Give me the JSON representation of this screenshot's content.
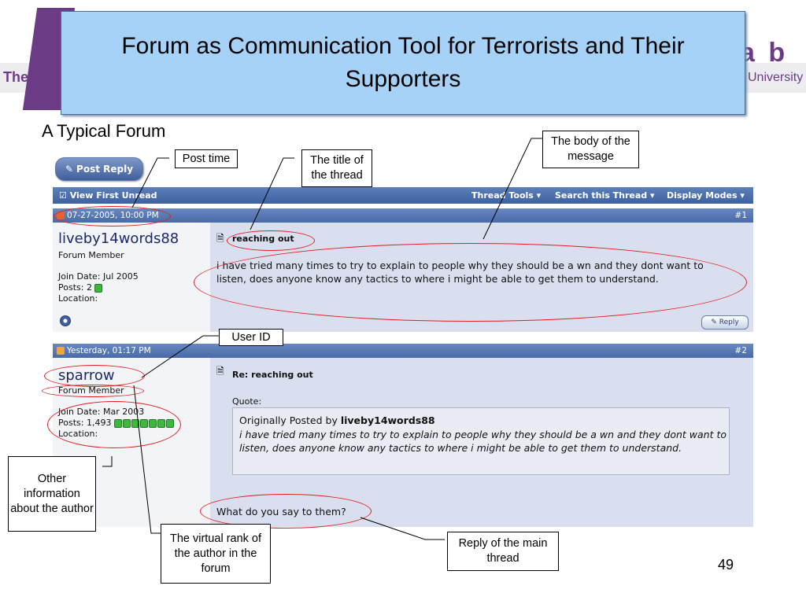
{
  "slide": {
    "title": "Forum as Communication Tool for Terrorists and Their Supporters",
    "subtitle": "A Typical Forum",
    "page_number": "49",
    "banner_left": "The",
    "banner_right": "University",
    "banner_ab": "a b"
  },
  "forum": {
    "post_reply_button": "Post Reply",
    "toolbar": {
      "view_first_unread": "View First Unread",
      "thread_tools": "Thread Tools ▾",
      "search_thread": "Search this Thread ▾",
      "display_modes": "Display Modes ▾"
    },
    "posts": [
      {
        "time": "07-27-2005, 10:00 PM",
        "number": "#1",
        "username": "liveby14words88",
        "rank": "Forum Member",
        "join_date": "Join Date: Jul 2005",
        "posts": "Posts: 2",
        "location": "Location:",
        "title": "reaching out",
        "body": "i have tried many times to try to explain to people why they should be a wn and they dont want to listen, does anyone know any tactics to where i might be able to get them to understand.",
        "reply_label": "Reply"
      },
      {
        "time": "Yesterday, 01:17 PM",
        "number": "#2",
        "username": "sparrow",
        "rank": "Forum Member",
        "join_date": "Join Date: Mar 2003",
        "posts": "Posts: 1,493",
        "location": "Location:",
        "title": "Re: reaching out",
        "quote_label": "Quote:",
        "quote_prefix": "Originally Posted by",
        "quote_author": "liveby14words88",
        "quote_text": "i have tried many times to try to explain to people why they should be a wn and they dont want to listen, does anyone know any tactics to where i might be able to get them to understand.",
        "body": "What do you say to them?"
      }
    ]
  },
  "annotations": {
    "post_time": "Post time",
    "thread_title": "The title of the thread",
    "message_body": "The body of the message",
    "user_id": "User ID",
    "other_info": "Other information about the author",
    "virtual_rank": "The virtual rank of the author in the forum",
    "reply_main": "Reply of the main thread"
  },
  "colors": {
    "title_box": "#a7d2f7",
    "annotation_ellipse": "#e31d1d",
    "forum_header": "#4a6aa8"
  }
}
